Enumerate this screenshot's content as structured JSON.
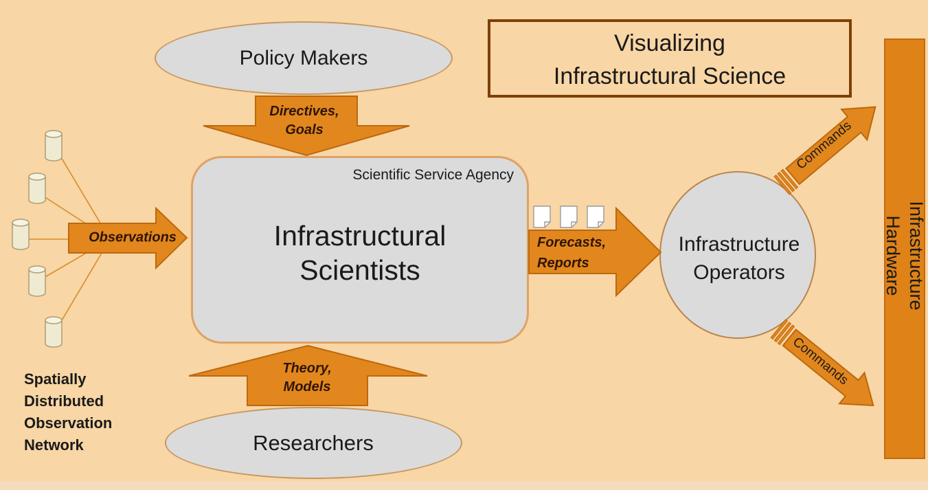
{
  "title": {
    "line1": "Visualizing",
    "line2": "Infrastructural Science"
  },
  "nodes": {
    "policy_makers": {
      "label": "Policy Makers"
    },
    "scientists": {
      "agency": "Scientific Service Agency",
      "line1": "Infrastructural",
      "line2": "Scientists"
    },
    "researchers": {
      "label": "Researchers"
    },
    "operators": {
      "line1": "Infrastructure",
      "line2": "Operators"
    },
    "hardware": {
      "line1": "Infrastructure",
      "line2": "Hardware"
    }
  },
  "flows": {
    "directives": {
      "line1": "Directives,",
      "line2": "Goals"
    },
    "observations": {
      "label": "Observations"
    },
    "theory": {
      "line1": "Theory,",
      "line2": "Models"
    },
    "forecasts": {
      "line1": "Forecasts,",
      "line2": "Reports"
    },
    "commands_top": {
      "label": "Commands"
    },
    "commands_bottom": {
      "label": "Commands"
    }
  },
  "annotations": {
    "observation_network": {
      "line1": "Spatially",
      "line2": "Distributed",
      "line3": "Observation",
      "line4": "Network"
    }
  },
  "icons": {
    "sensors": "sensor-cylinder-icon",
    "reports": "document-page-icon"
  },
  "colors": {
    "background": "#F8D6A5",
    "arrow_fill": "#E2871D",
    "arrow_stroke": "#BC680F",
    "node_fill": "#DBDBDB",
    "node_stroke": "#C79760",
    "box_stroke": "#DFA266",
    "title_border": "#7F3F04",
    "bar_fill": "#DF8217",
    "cylinder_fill": "#EEEBD2",
    "connector_line": "#DC8A28",
    "flow_text": "#2E1407"
  }
}
